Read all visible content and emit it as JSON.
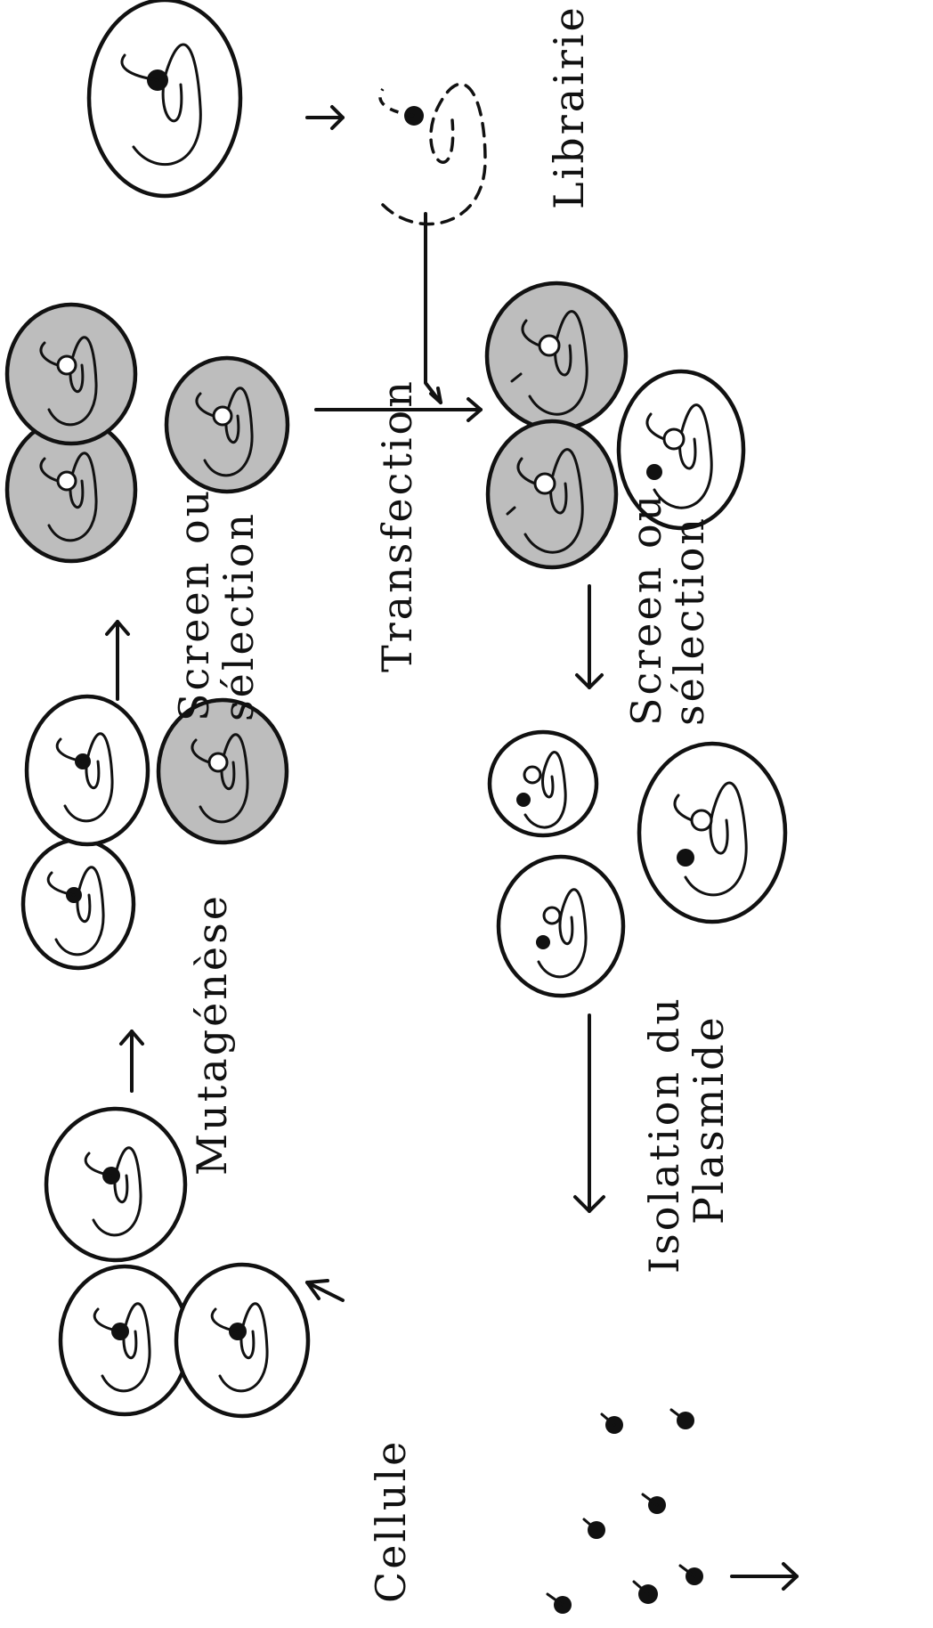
{
  "labels": {
    "cellule": "Cellule",
    "mutagenese": "Mutagénèse",
    "screen1_a": "Screen ou",
    "screen1_b": "sélection",
    "transfection": "Transfection",
    "librairie": "Librairie",
    "screen2_a": "Screen ou",
    "screen2_b": "sélection",
    "isolation_a": "Isolation du",
    "isolation_b": "Plasmide"
  },
  "colors": {
    "ink": "#111111",
    "paper": "#ffffff",
    "mutant_shade": "#bdbdbd"
  }
}
